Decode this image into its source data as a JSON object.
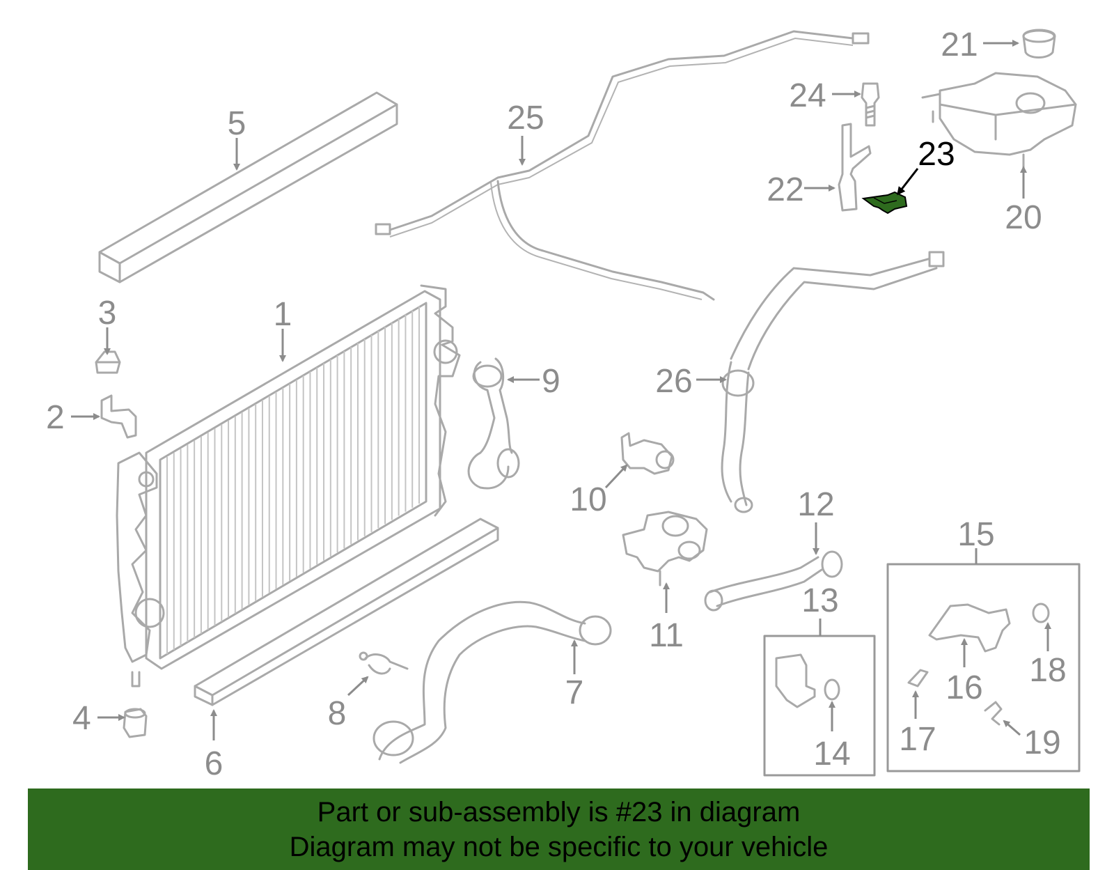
{
  "callouts": {
    "c1": "1",
    "c2": "2",
    "c3": "3",
    "c4": "4",
    "c5": "5",
    "c6": "6",
    "c7": "7",
    "c8": "8",
    "c9": "9",
    "c10": "10",
    "c11": "11",
    "c12": "12",
    "c13": "13",
    "c14": "14",
    "c15": "15",
    "c16": "16",
    "c17": "17",
    "c18": "18",
    "c19": "19",
    "c20": "20",
    "c21": "21",
    "c22": "22",
    "c23": "23",
    "c24": "24",
    "c25": "25",
    "c26": "26"
  },
  "highlight": {
    "part": "23",
    "color": "#2e6b1e"
  },
  "banner": {
    "line1": "Part or sub-assembly is #23 in diagram",
    "line2": "Diagram may not be specific to your vehicle",
    "color": "#2e6b1e"
  }
}
